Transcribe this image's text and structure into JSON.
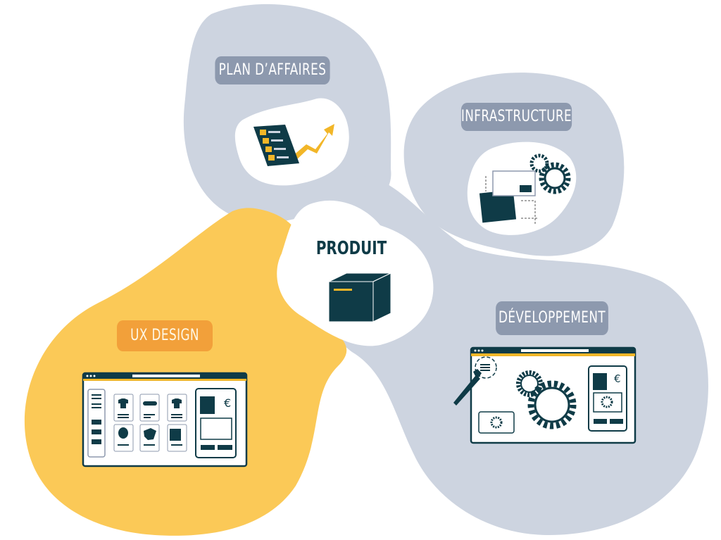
{
  "diagram": {
    "center": {
      "label": "PRODUIT",
      "icon": "box-icon"
    },
    "nodes": [
      {
        "id": "plan",
        "label": "PLAN D’AFFAIRES",
        "icon": "checklist-growth-icon"
      },
      {
        "id": "infra",
        "label": "INFRASTRUCTURE",
        "icon": "server-gears-icon"
      },
      {
        "id": "ux",
        "label": "UX DESIGN",
        "icon": "ecommerce-wireframe-icon"
      },
      {
        "id": "dev",
        "label": "DÉVELOPPEMENT",
        "icon": "browser-gears-wrench-icon"
      }
    ],
    "ux_wireframe": {
      "currency_symbol": "€"
    },
    "dev_wireframe": {
      "currency_symbol": "€"
    },
    "colors": {
      "blob_grey": "#cdd4e0",
      "blob_yellow": "#fbc957",
      "label_grey": "#8d99ae",
      "label_orange": "#f2a03a",
      "dark_teal": "#0f3b47",
      "accent_yellow": "#f2b628"
    }
  }
}
